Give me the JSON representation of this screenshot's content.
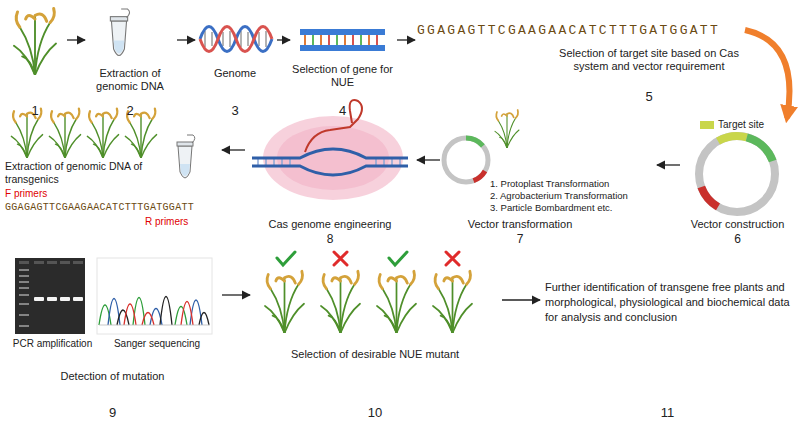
{
  "diagram": {
    "nodes": [
      {
        "text": [
          "1"
        ]
      },
      {
        "text": [
          "Extraction of genomic DNA",
          "2"
        ]
      },
      {
        "text": [
          "Genome",
          "3"
        ]
      },
      {
        "text": [
          "Selection of gene for NUE",
          "4"
        ]
      },
      {
        "text": [
          "GGAGAGTTCGAAGAACATCTTTGATGGATT",
          "Selection of target site based on Cas system and vector requirement",
          "5"
        ]
      },
      {
        "text": [
          "Vector construction",
          "6"
        ]
      },
      {
        "text": [
          "1. Protoplast Transformation",
          "2. Agrobacterium Transformation",
          "3. Particle Bombardment etc.",
          "Vector transformation",
          "7"
        ]
      },
      {
        "text": [
          "Cas genome engineering",
          "8"
        ]
      },
      {
        "text": [
          "Extraction of genomic DNA of transgenics",
          "F primers",
          "GGAGAGTTCGAAGAACATCTTTGATGGATT",
          "R primers"
        ]
      },
      {
        "text": [
          "PCR amplification",
          "Sanger sequencing",
          "Detection of mutation",
          "9"
        ]
      },
      {
        "text": [
          "Selection of desirable NUE mutant",
          "10"
        ]
      },
      {
        "text": [
          "Further identification of transgene free plants and morphological, physiological and biochemical data for analysis and conclusion",
          "11"
        ]
      }
    ],
    "edges": [
      {
        "from": 0,
        "to": 1,
        "arrow": "to"
      },
      {
        "from": 1,
        "to": 2,
        "arrow": "to"
      },
      {
        "from": 2,
        "to": 3,
        "arrow": "to"
      },
      {
        "from": 3,
        "to": 4,
        "arrow": "to"
      },
      {
        "from": 4,
        "to": 5,
        "arrow": "to"
      },
      {
        "from": 5,
        "to": 6,
        "arrow": "to"
      },
      {
        "from": 6,
        "to": 7,
        "arrow": "to"
      },
      {
        "from": 7,
        "to": 8,
        "arrow": "to"
      },
      {
        "from": 9,
        "to": 10,
        "arrow": "to"
      },
      {
        "from": 10,
        "to": 11,
        "arrow": "to"
      }
    ],
    "legend": [
      {
        "text": "Target site",
        "color": "#c9d64a"
      }
    ]
  }
}
